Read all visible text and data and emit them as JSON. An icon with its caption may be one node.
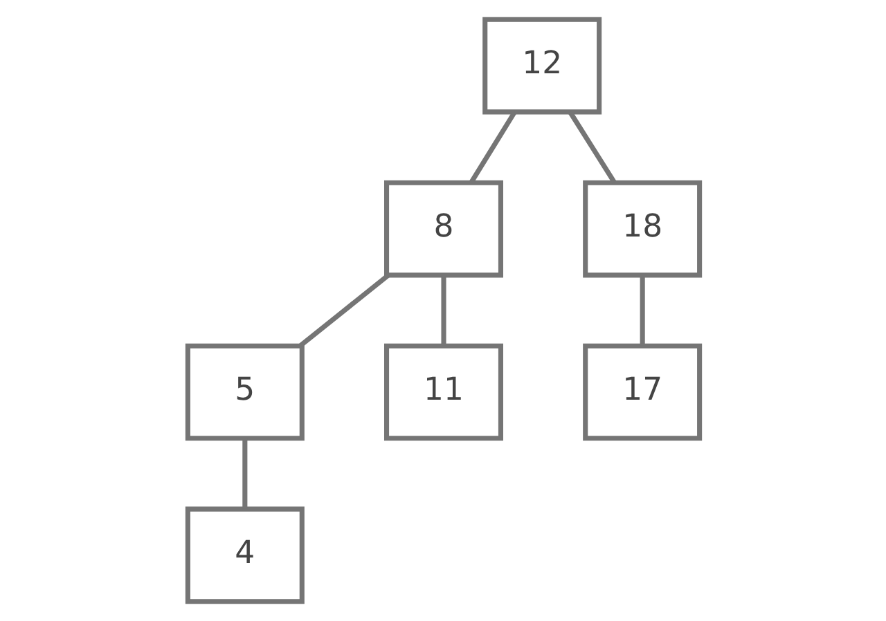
{
  "diagram": {
    "nodes": [
      {
        "text": [
          "12"
        ]
      },
      {
        "text": [
          "8"
        ]
      },
      {
        "text": [
          "18"
        ]
      },
      {
        "text": [
          "5"
        ]
      },
      {
        "text": [
          "11"
        ]
      },
      {
        "text": [
          "17"
        ]
      },
      {
        "text": [
          "4"
        ]
      }
    ],
    "edges": [
      {
        "from": 0,
        "to": 1,
        "arrow": "none"
      },
      {
        "from": 0,
        "to": 2,
        "arrow": "none"
      },
      {
        "from": 1,
        "to": 3,
        "arrow": "none"
      },
      {
        "from": 1,
        "to": 4,
        "arrow": "none"
      },
      {
        "from": 2,
        "to": 5,
        "arrow": "none"
      },
      {
        "from": 3,
        "to": 6,
        "arrow": "none"
      }
    ]
  }
}
